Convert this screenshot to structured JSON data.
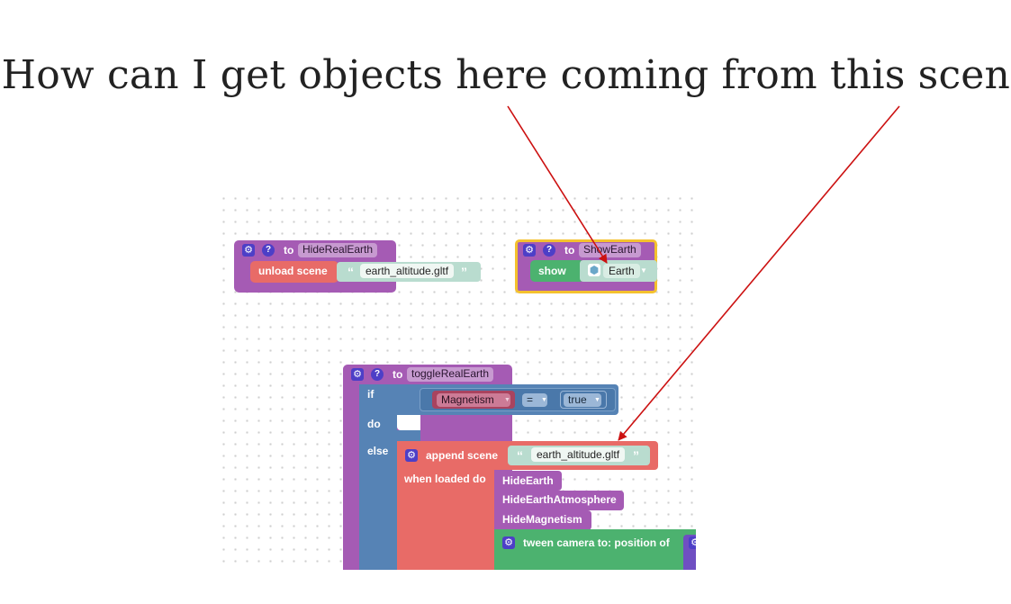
{
  "caption": "How can I get objects here coming from this scene",
  "colors": {
    "procedure": "#a55bb4",
    "scene": "#e86b67",
    "logic": "#5683b5",
    "motion": "#4cb26f",
    "annotation_arrow": "#cc1111",
    "selection": "#f4c12e"
  },
  "blocks": {
    "hide_real_earth": {
      "to_label": "to",
      "proc_name": "HideRealEarth",
      "action_label": "unload scene",
      "filename": "earth_altitude.gltf"
    },
    "show_earth": {
      "to_label": "to",
      "proc_name": "ShowEarth",
      "action_label": "show",
      "object_name": "Earth"
    },
    "toggle_real_earth": {
      "to_label": "to",
      "proc_name": "toggleRealEarth",
      "if_label": "if",
      "do_label": "do",
      "else_label": "else",
      "condition_var": "Magnetism",
      "operator": "=",
      "bool_value": "true",
      "append_label": "append scene",
      "append_filename": "earth_altitude.gltf",
      "when_loaded_label": "when loaded do",
      "calls": [
        "HideEarth",
        "HideEarthAtmosphere",
        "HideMagnetism"
      ],
      "tween_label": "tween camera to:  position of"
    }
  },
  "icons": {
    "gear": "gear-icon",
    "help": "help-icon",
    "cube": "cube-icon",
    "dropdown": "chevron-down-icon",
    "quote_open": "quote-open-icon",
    "quote_close": "quote-close-icon"
  }
}
